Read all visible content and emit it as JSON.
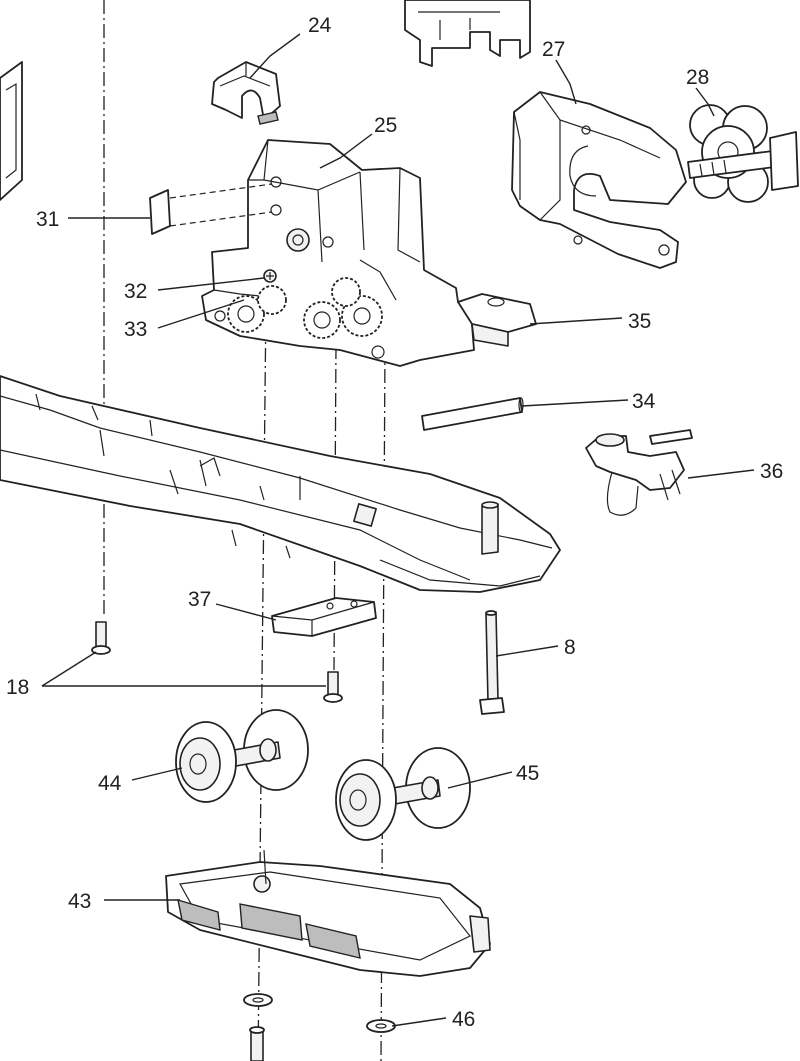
{
  "diagram": {
    "type": "exploded-parts-view",
    "callouts": {
      "c8": "8",
      "c18": "18",
      "c24": "24",
      "c25": "25",
      "c27": "27",
      "c28": "28",
      "c31": "31",
      "c32": "32",
      "c33": "33",
      "c34": "34",
      "c35": "35",
      "c36": "36",
      "c37": "37",
      "c43": "43",
      "c44": "44",
      "c45": "45",
      "c46": "46"
    }
  }
}
